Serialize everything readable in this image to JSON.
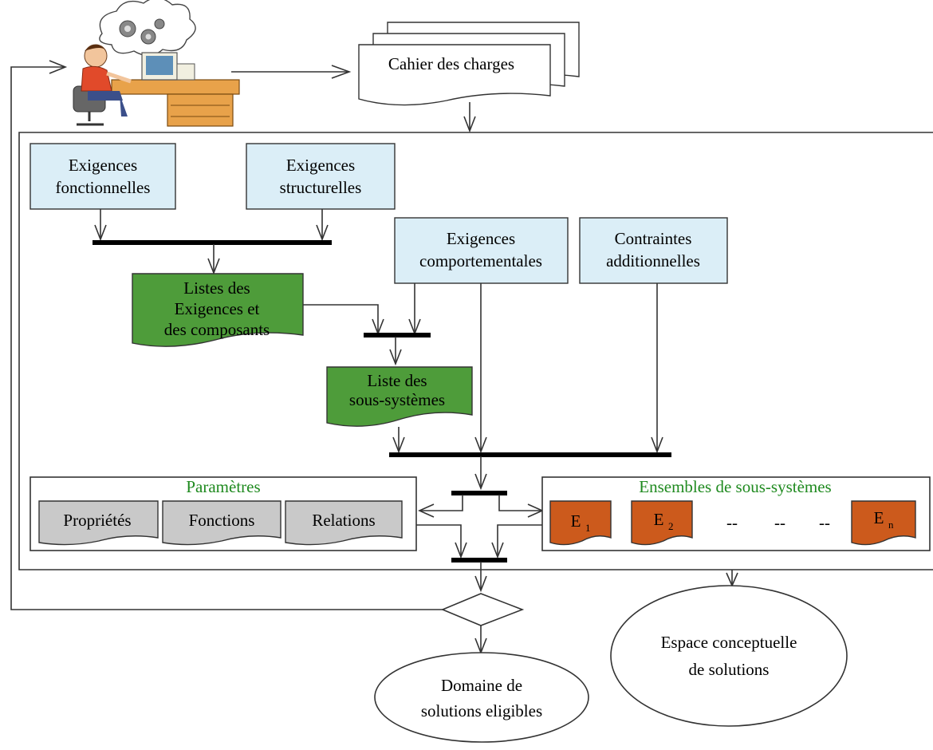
{
  "doc": {
    "cahier": "Cahier des charges",
    "req_func": [
      "Exigences",
      "fonctionnelles"
    ],
    "req_struct": [
      "Exigences",
      "structurelles"
    ],
    "req_comp": [
      "Exigences",
      "comportementales"
    ],
    "req_add": [
      "Contraintes",
      "additionnelles"
    ],
    "listes": [
      "Listes des",
      "Exigences et",
      "des composants"
    ],
    "liste_ss": [
      "Liste des",
      "sous-systèmes"
    ],
    "params_title": "Paramètres",
    "params": [
      "Propriétés",
      "Fonctions",
      "Relations"
    ],
    "ensembles_title": "Ensembles de sous-systèmes",
    "e1": "E",
    "e1_sub": "1",
    "e2": "E",
    "e2_sub": "2",
    "en": "E",
    "en_sub": "n",
    "dashes": [
      "--",
      "--",
      "--"
    ],
    "domaine": [
      "Domaine de",
      "solutions eligibles"
    ],
    "espace": [
      "Espace conceptuelle",
      "de solutions"
    ]
  },
  "colors": {
    "blue": "#dbeef7",
    "green": "#4e9c3a",
    "grey": "#c9c9c9",
    "orange": "#cc5a1c",
    "title_green": "#1f8a1f"
  }
}
